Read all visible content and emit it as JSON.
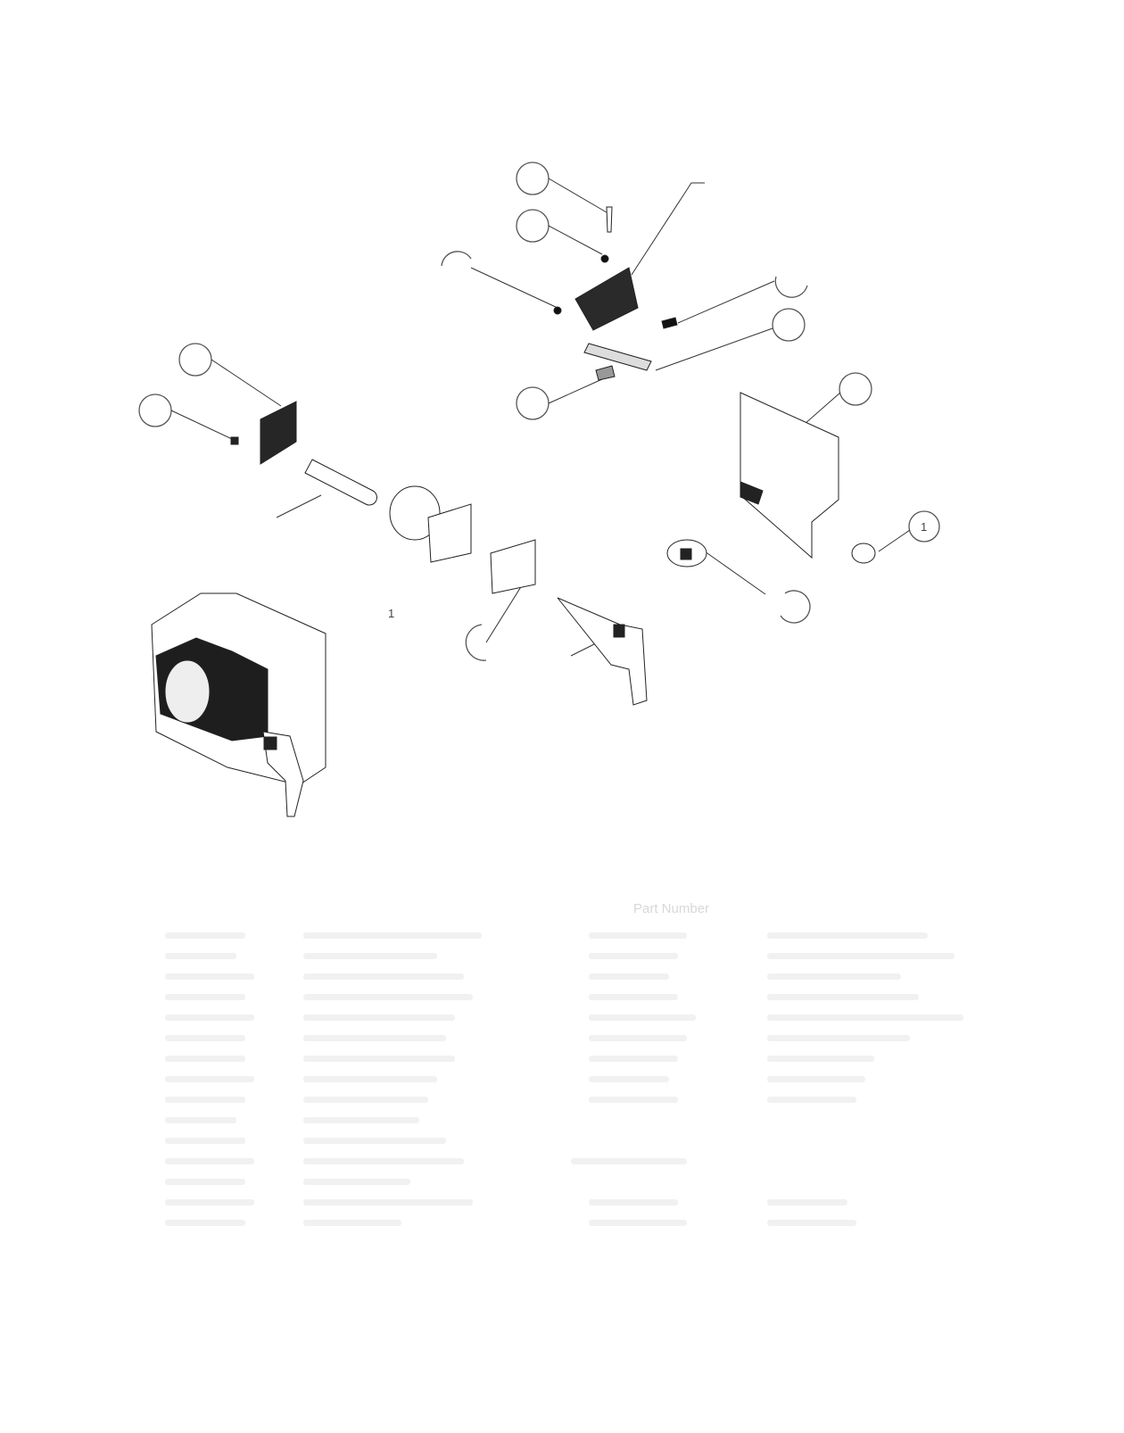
{
  "document": {
    "type": "exploded parts diagram (scanned, faded)",
    "callouts": [
      "1"
    ],
    "loose_label": "1",
    "table_headers": {
      "right_part_number": "Part Number"
    },
    "colors": {
      "ink": "#1a1a1a",
      "paper": "#ffffff",
      "faded_text": "#e6e6e6"
    }
  }
}
